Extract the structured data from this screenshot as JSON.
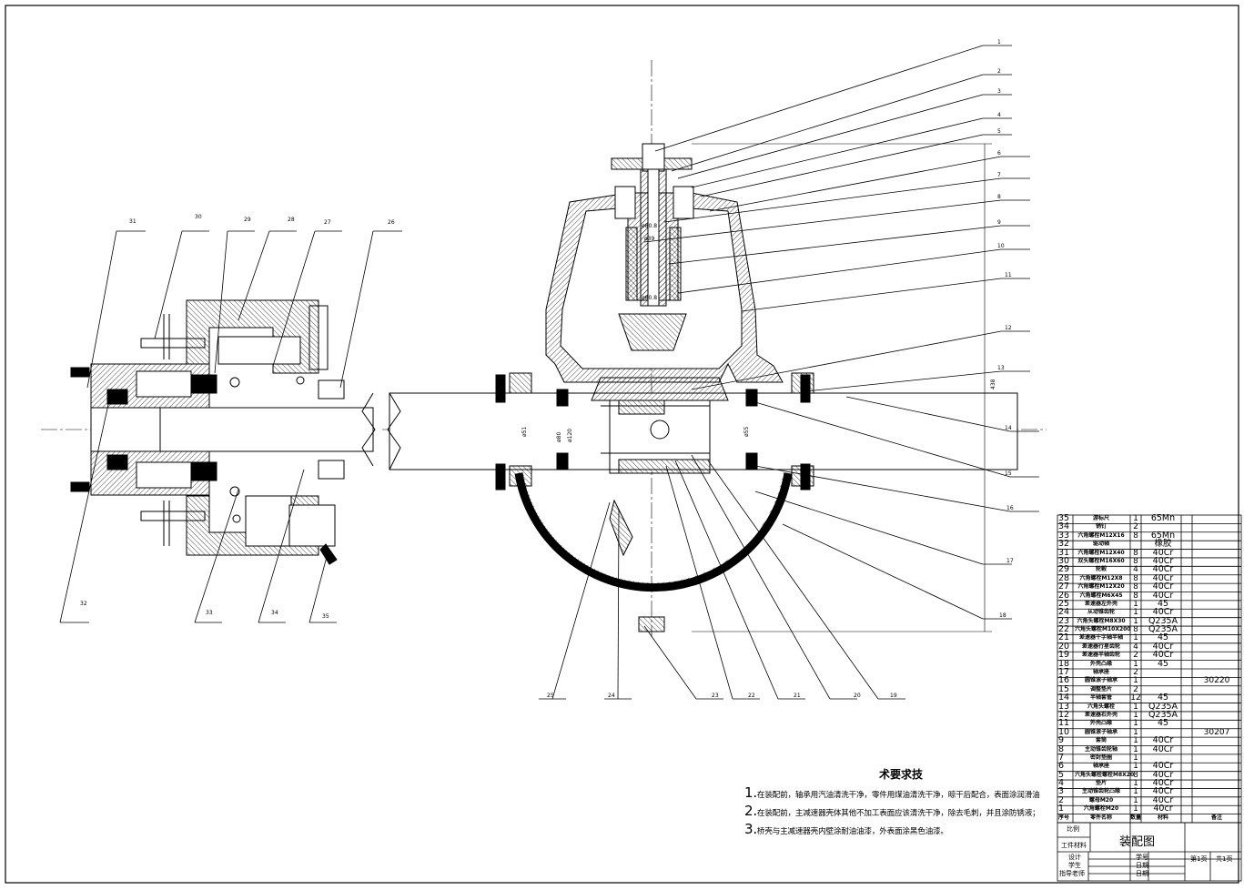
{
  "drawing": {
    "callouts": [
      "1",
      "2",
      "3",
      "4",
      "5",
      "6",
      "7",
      "8",
      "9",
      "10",
      "11",
      "12",
      "13",
      "14",
      "15",
      "16",
      "17",
      "18",
      "19",
      "20",
      "21",
      "22",
      "23",
      "24",
      "25",
      "26",
      "27",
      "28",
      "29",
      "30",
      "31",
      "32",
      "33",
      "34",
      "35"
    ],
    "dimensions": [
      "ø80.8",
      "ø39",
      "ø80.8",
      "ø51",
      "ø80",
      "ø120",
      "ø55",
      "438"
    ]
  },
  "tech_requirements": {
    "title": "术要求技",
    "lines": [
      {
        "num": "1.",
        "text": "在装配前，轴承用汽油清洗干净，零件用煤油清洗干净，晾干后配合，表面涂润滑油"
      },
      {
        "num": "2.",
        "text": "在装配前，主减速器壳体其他不加工表面应该清洗干净，除去毛刺，并且涂防锈液；"
      },
      {
        "num": "3.",
        "text": "桥壳与主减速器壳内壁涂耐油油漆，外表面涂黑色油漆。"
      }
    ]
  },
  "bom": {
    "rows": [
      [
        "35",
        "游标尺",
        "1",
        "65Mn",
        ""
      ],
      [
        "34",
        "销钉",
        "2",
        "",
        ""
      ],
      [
        "33",
        "六角螺栓M12X16",
        "8",
        "65Mn",
        ""
      ],
      [
        "32",
        "驱动轴",
        "",
        "橡胶",
        ""
      ],
      [
        "31",
        "六角螺栓M12X40",
        "8",
        "40Cr",
        ""
      ],
      [
        "30",
        "双头螺栓M16X60",
        "8",
        "40Cr",
        ""
      ],
      [
        "29",
        "轮毂",
        "4",
        "40Cr",
        ""
      ],
      [
        "28",
        "六角螺栓M12X8",
        "8",
        "40Cr",
        ""
      ],
      [
        "27",
        "六角螺栓M12X20",
        "8",
        "40Cr",
        ""
      ],
      [
        "26",
        "六角螺栓M6X45",
        "8",
        "40Cr",
        ""
      ],
      [
        "25",
        "差速器左外壳",
        "1",
        "45",
        ""
      ],
      [
        "24",
        "从动锥齿轮",
        "1",
        "40Cr",
        ""
      ],
      [
        "23",
        "六角头螺栓M8X30",
        "1",
        "Q235A",
        ""
      ],
      [
        "22",
        "六角头螺栓M10X200",
        "8",
        "Q235A",
        ""
      ],
      [
        "21",
        "差速器十字轴半轴",
        "1",
        "45",
        ""
      ],
      [
        "20",
        "差速器行星齿轮",
        "4",
        "40Cr",
        ""
      ],
      [
        "19",
        "差速器半轴齿轮",
        "2",
        "40Cr",
        ""
      ],
      [
        "18",
        "外壳凸缘",
        "1",
        "45",
        ""
      ],
      [
        "17",
        "轴承座",
        "2",
        "",
        ""
      ],
      [
        "16",
        "圆锥滚子轴承",
        "1",
        "",
        "30220"
      ],
      [
        "15",
        "调整垫片",
        "2",
        "",
        ""
      ],
      [
        "14",
        "半轴套管",
        "12",
        "45",
        ""
      ],
      [
        "13",
        "六角头螺栓",
        "1",
        "Q235A",
        ""
      ],
      [
        "12",
        "差速器右外壳",
        "1",
        "Q235A",
        ""
      ],
      [
        "11",
        "外壳凸缘",
        "1",
        "45",
        ""
      ],
      [
        "10",
        "圆锥滚子轴承",
        "1",
        "",
        "30207"
      ],
      [
        "9",
        "套筒",
        "1",
        "40Cr",
        ""
      ],
      [
        "8",
        "主动锥齿轮轴",
        "1",
        "40Cr",
        ""
      ],
      [
        "7",
        "密封垫圈",
        "1",
        "",
        ""
      ],
      [
        "6",
        "轴承座",
        "1",
        "40Cr",
        ""
      ],
      [
        "5",
        "六角头螺栓螺栓M8X20",
        "8",
        "40Cr",
        ""
      ],
      [
        "4",
        "垫片",
        "1",
        "40Cr",
        ""
      ],
      [
        "3",
        "主动锥齿轮凸缘",
        "1",
        "40Cr",
        ""
      ],
      [
        "2",
        "螺母M20",
        "1",
        "40Cr",
        ""
      ],
      [
        "1",
        "六角螺栓M20",
        "1",
        "40cr",
        ""
      ]
    ],
    "header": [
      "序号",
      "零件名称",
      "数量",
      "材料",
      "备注"
    ]
  },
  "title_block": {
    "scale_label": "比例",
    "material_label": "工件材料",
    "drawing_title": "装配图",
    "design_label": "设计",
    "student_label": "学生",
    "teacher_label": "指导老师",
    "number_label": "学号",
    "date_label": "日期",
    "date_label2": "日期",
    "sheet": "第1页",
    "total": "共1页"
  }
}
